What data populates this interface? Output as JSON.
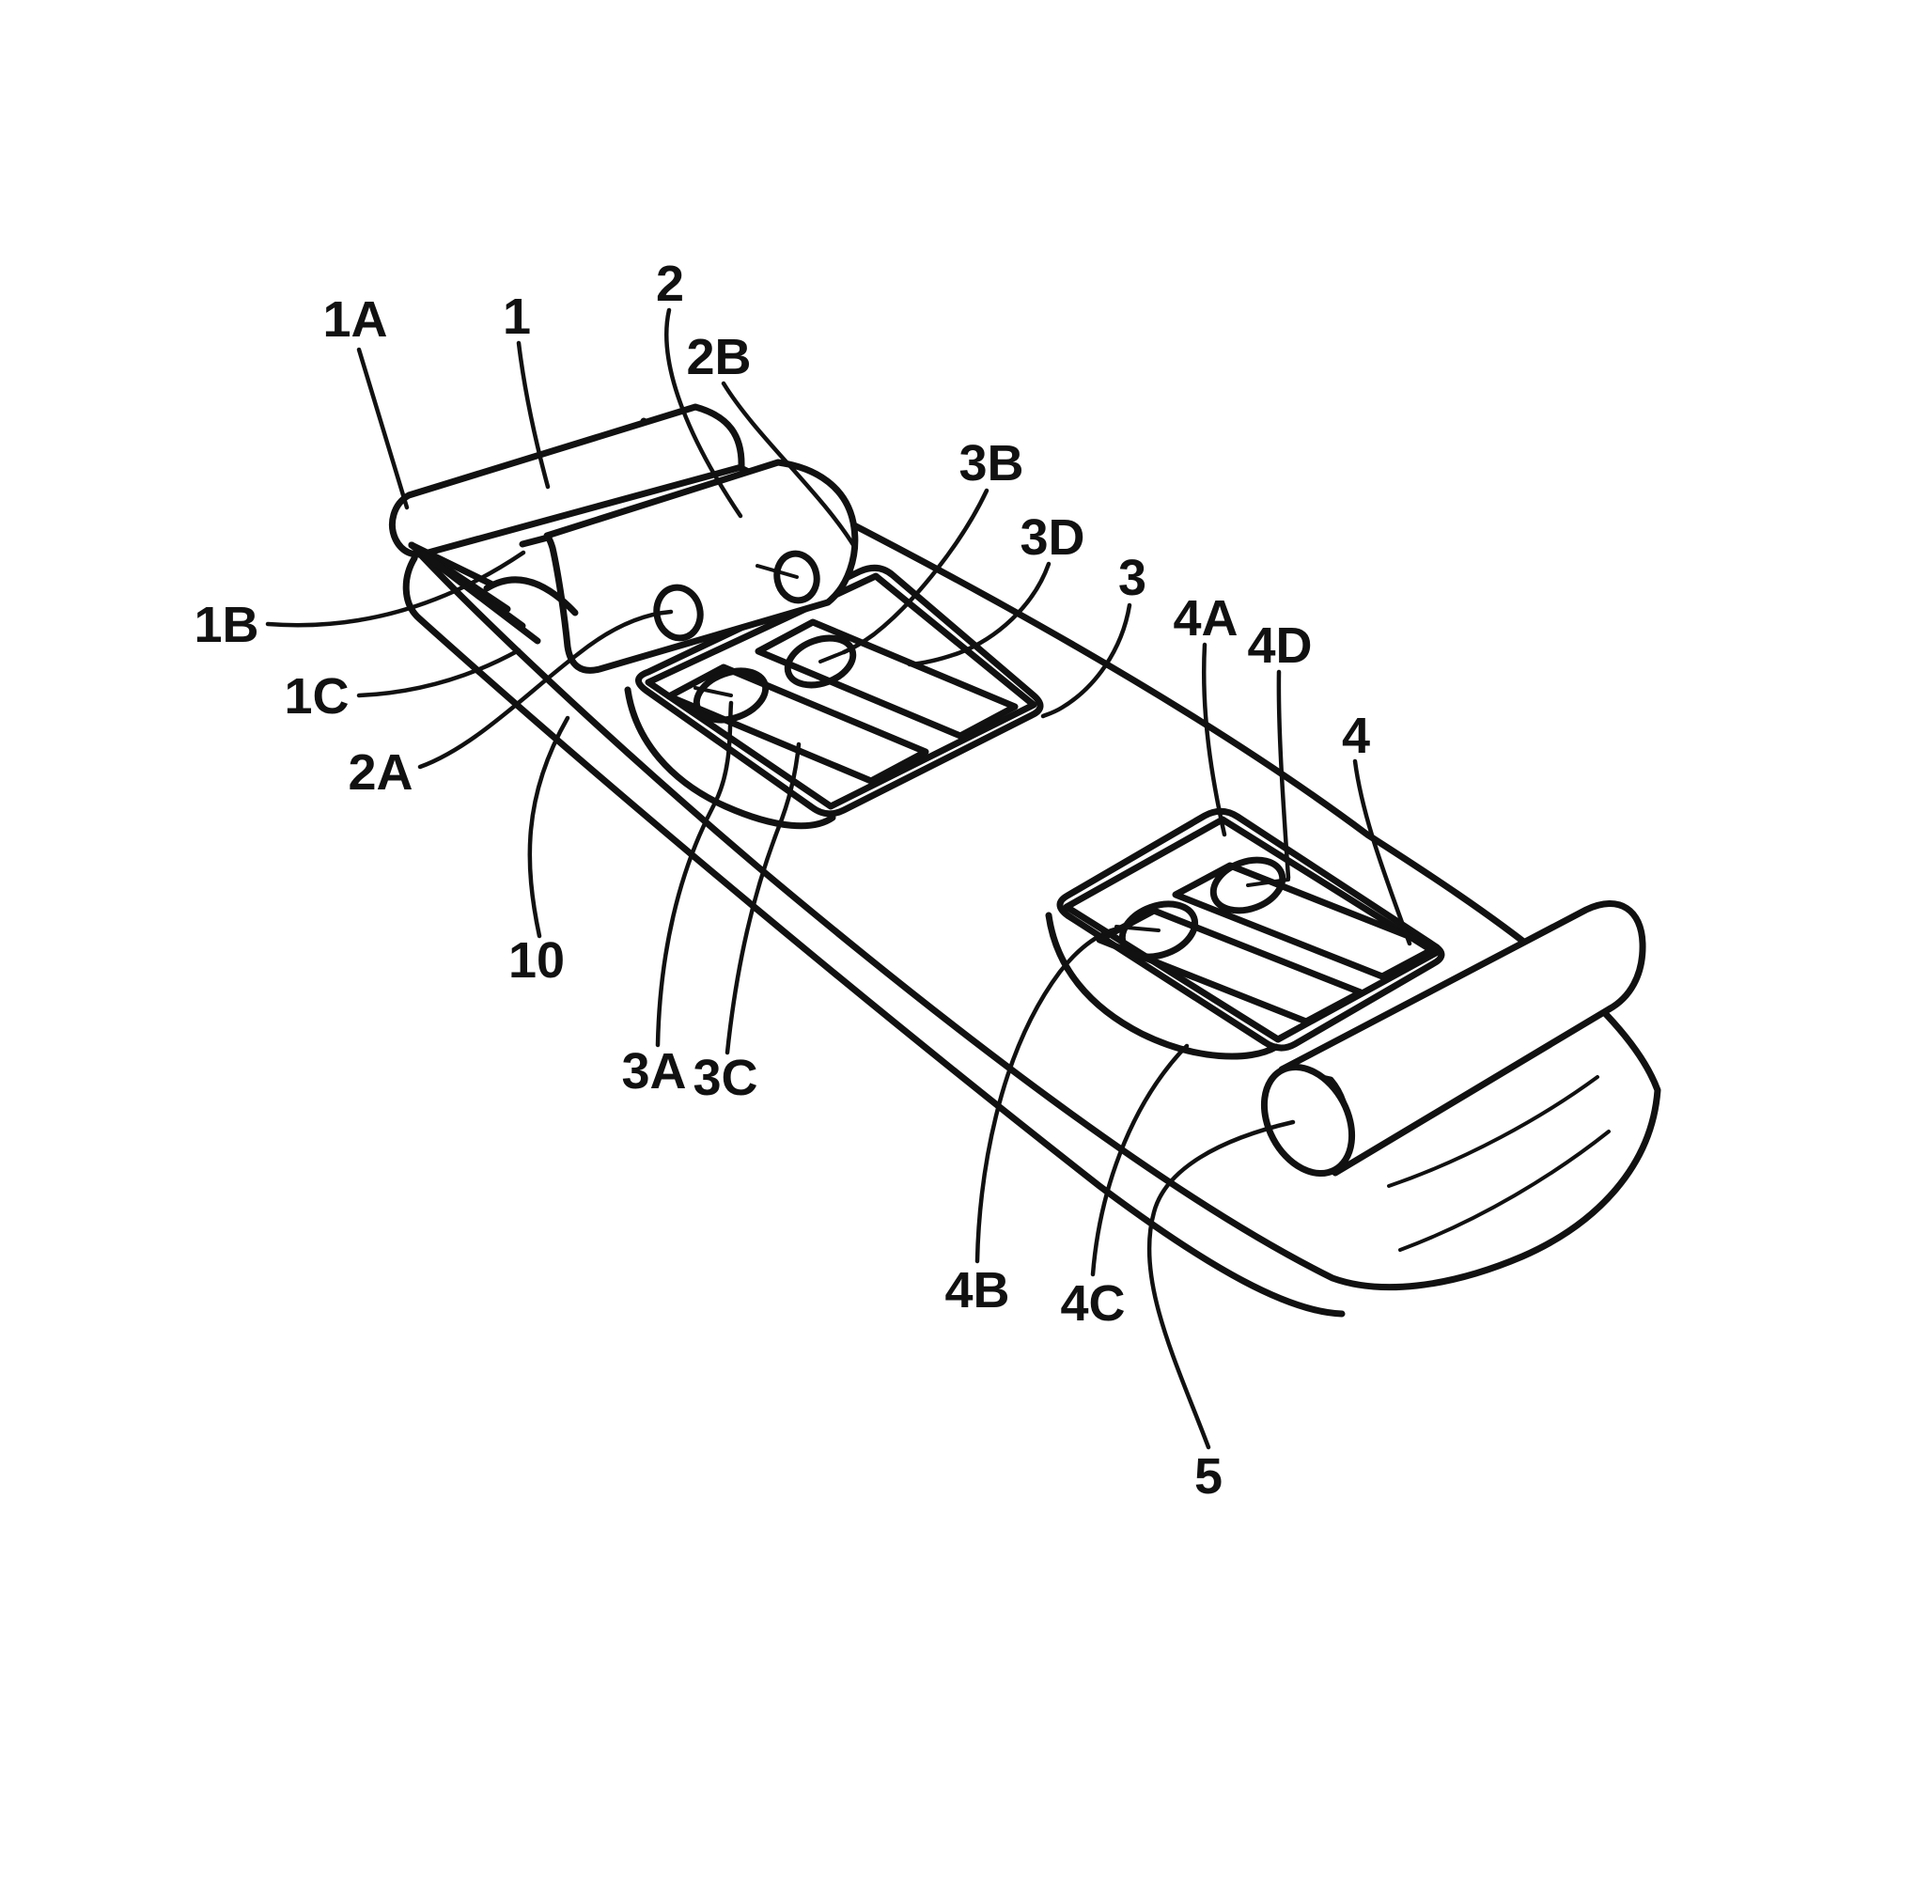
{
  "figure": {
    "kind": "patent-style perspective line drawing of an elongated strip device with rollers and electrode pads",
    "background_color": "#ffffff",
    "stroke_color": "#111111",
    "labels": [
      {
        "id": "1A",
        "text": "1A"
      },
      {
        "id": "1",
        "text": "1"
      },
      {
        "id": "2",
        "text": "2"
      },
      {
        "id": "2B",
        "text": "2B"
      },
      {
        "id": "1B",
        "text": "1B"
      },
      {
        "id": "1C",
        "text": "1C"
      },
      {
        "id": "2A",
        "text": "2A"
      },
      {
        "id": "10",
        "text": "10"
      },
      {
        "id": "3A",
        "text": "3A"
      },
      {
        "id": "3C",
        "text": "3C"
      },
      {
        "id": "3B",
        "text": "3B"
      },
      {
        "id": "3D",
        "text": "3D"
      },
      {
        "id": "3",
        "text": "3"
      },
      {
        "id": "4A",
        "text": "4A"
      },
      {
        "id": "4D",
        "text": "4D"
      },
      {
        "id": "4",
        "text": "4"
      },
      {
        "id": "4B",
        "text": "4B"
      },
      {
        "id": "4C",
        "text": "4C"
      },
      {
        "id": "5",
        "text": "5"
      }
    ]
  }
}
